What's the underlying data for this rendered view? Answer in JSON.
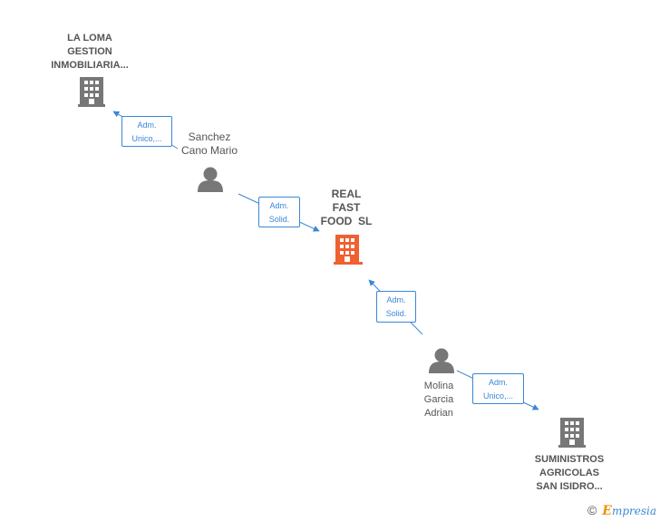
{
  "nodes": {
    "la_loma": {
      "lines": [
        "LA LOMA",
        "GESTION",
        "INMOBILIARIA..."
      ]
    },
    "sanchez": {
      "lines": [
        "Sanchez",
        "Cano Mario"
      ]
    },
    "real_fast": {
      "lines": [
        "REAL",
        "FAST",
        "FOOD  SL"
      ]
    },
    "molina": {
      "lines": [
        "Molina",
        "Garcia",
        "Adrian"
      ]
    },
    "suministros": {
      "lines": [
        "SUMINISTROS",
        "AGRICOLAS",
        "SAN ISIDRO..."
      ]
    }
  },
  "edges": [
    {
      "lines": [
        "Adm.",
        "Unico,..."
      ]
    },
    {
      "lines": [
        "Adm.",
        "Solid."
      ]
    },
    {
      "lines": [
        "Adm.",
        "Solid."
      ]
    },
    {
      "lines": [
        "Adm.",
        "Unico,..."
      ]
    }
  ],
  "colors": {
    "highlight": "#f06030",
    "company": "#777777",
    "person": "#777777",
    "edge": "#3a87d6"
  },
  "icons": {
    "company": "building-icon",
    "person": "person-icon"
  },
  "footer": {
    "copyright": "©",
    "brand_initial": "E",
    "brand_rest": "mpresia"
  }
}
